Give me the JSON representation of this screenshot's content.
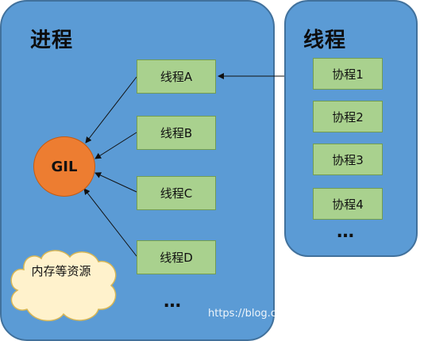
{
  "process": {
    "title": "进程"
  },
  "threads_panel": {
    "title": "线程"
  },
  "gil": {
    "label": "GIL"
  },
  "threads": [
    {
      "label": "线程A"
    },
    {
      "label": "线程B"
    },
    {
      "label": "线程C"
    },
    {
      "label": "线程D"
    }
  ],
  "coroutines": [
    {
      "label": "协程1"
    },
    {
      "label": "协程2"
    },
    {
      "label": "协程3"
    },
    {
      "label": "协程4"
    }
  ],
  "resources": {
    "label": "内存等资源"
  },
  "ellipsis": {
    "process": "…",
    "coroutines": "…"
  },
  "watermark": "https://blog.csdn.net/daidadeguaiguai",
  "colors": {
    "panel_fill": "#5b9bd5",
    "thread_box_fill": "#a9d18e",
    "gil_fill": "#ed7d31",
    "cloud_fill": "#fff2cc"
  }
}
